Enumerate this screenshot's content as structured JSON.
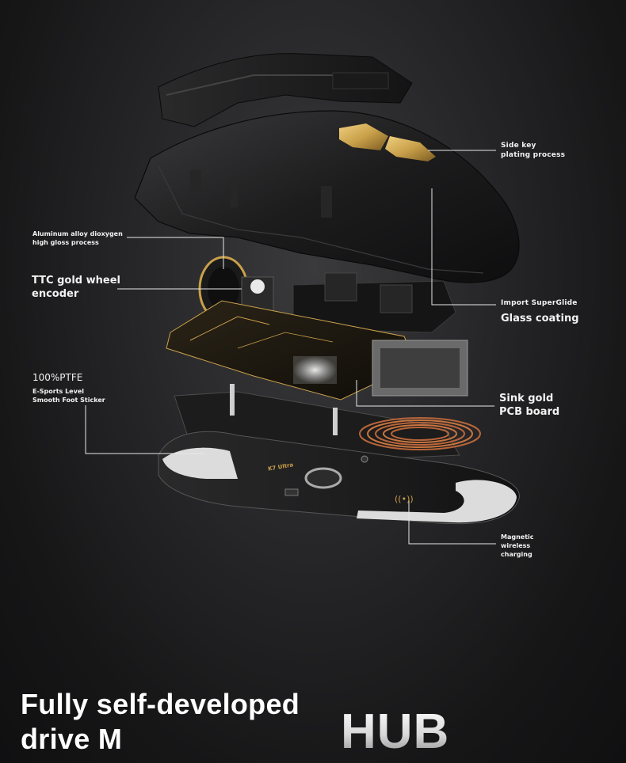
{
  "labels": {
    "side_key": [
      "Side key",
      "plating process"
    ],
    "aluminum": [
      "Aluminum alloy dioxygen",
      "high gloss process"
    ],
    "ttc": [
      "TTC gold wheel",
      "encoder"
    ],
    "superglide": [
      "Import SuperGlide",
      "Glass coating"
    ],
    "ptfe_title": "100%PTFE",
    "ptfe_sub": [
      "E-Sports Level",
      "Smooth Foot Sticker"
    ],
    "pcb": [
      "Sink gold",
      "PCB board"
    ],
    "magnetic": [
      "Magnetic",
      "wireless",
      "charging"
    ]
  },
  "product_marking": "K7 Ultra",
  "headline": [
    "Fully self-developed",
    "drive M"
  ],
  "hub_text": "HUB",
  "colors": {
    "background": "#1c1c1e",
    "shell": "#1e1e1f",
    "gold": "#c9a04a",
    "copper": "#b8653a",
    "ptfe": "#e0e0e0"
  }
}
